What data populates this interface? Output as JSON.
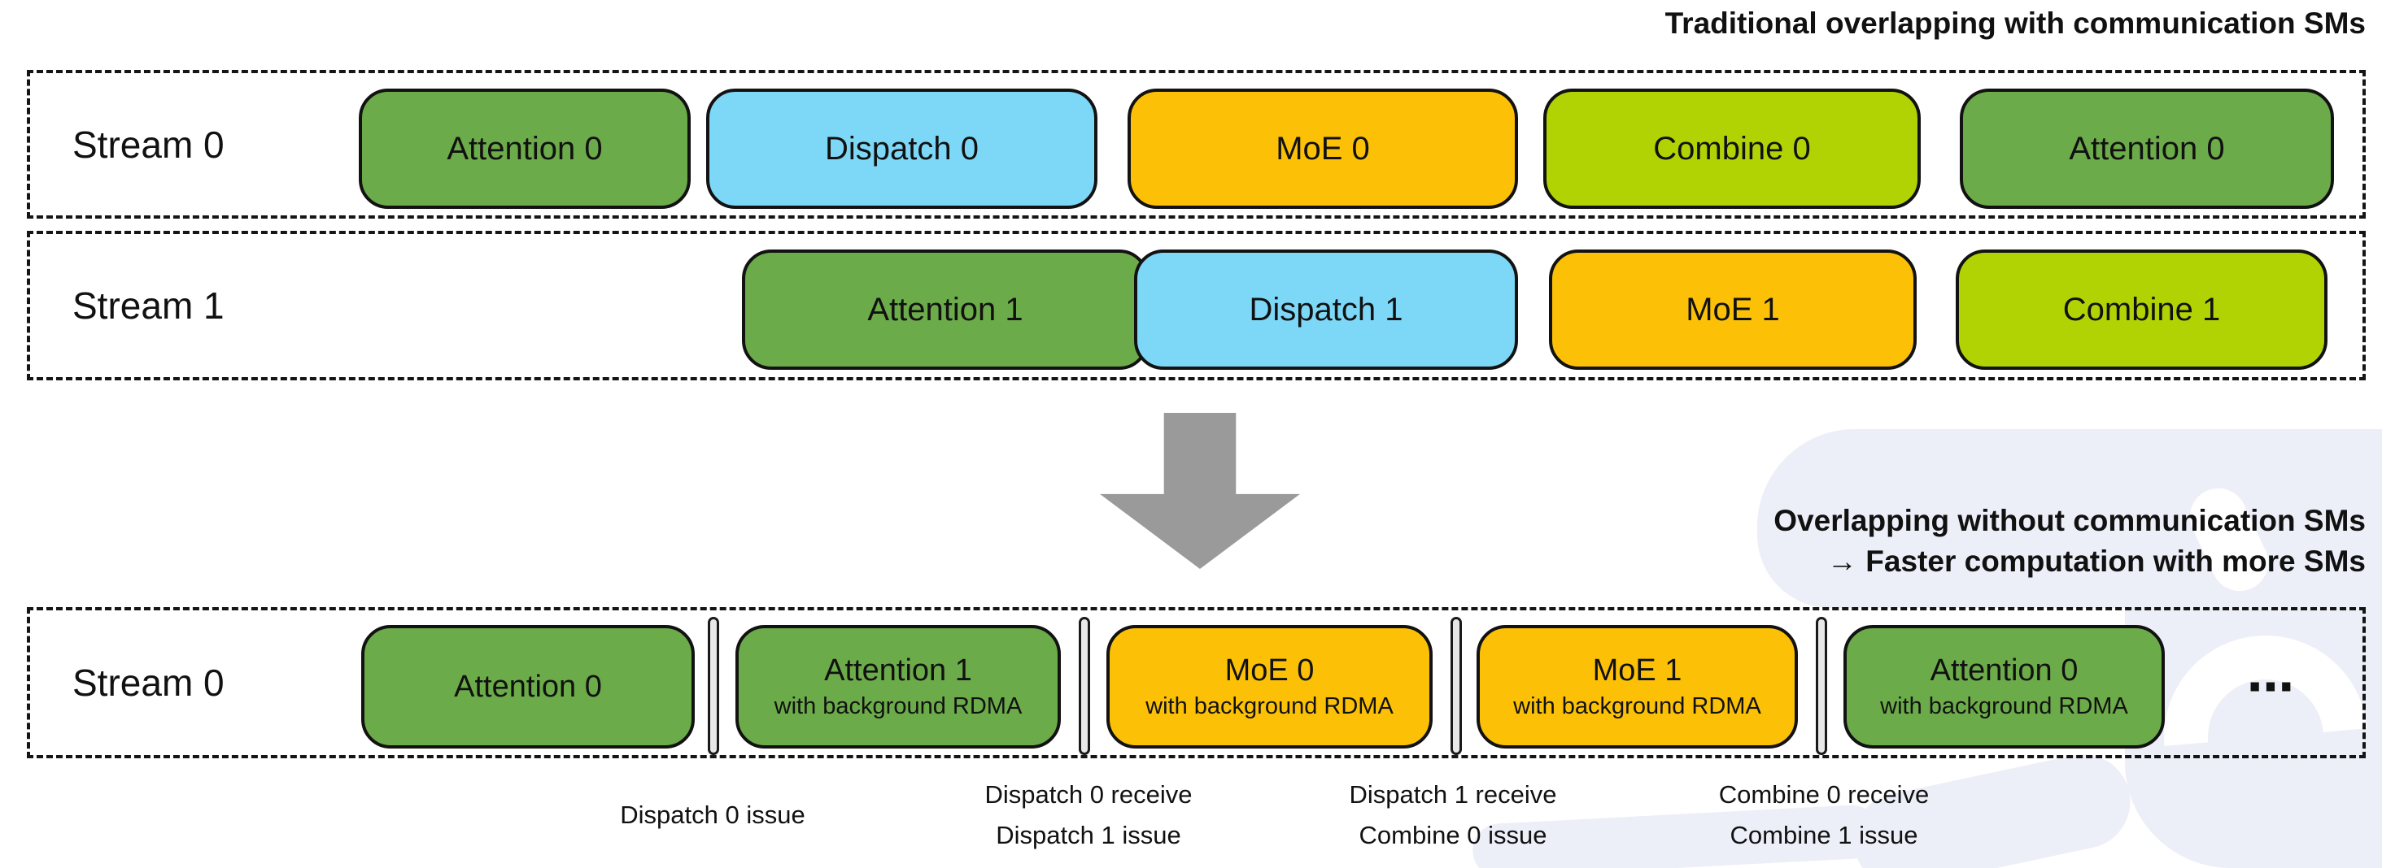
{
  "titles": {
    "traditional": "Traditional overlapping with communication SMs",
    "optimized_line1": "Overlapping without communication SMs",
    "optimized_line2": "→ Faster computation with more SMs"
  },
  "colors": {
    "attention_green": "#6cab49",
    "dispatch_blue": "#7dd8f7",
    "moe_orange": "#fcc107",
    "combine_yellow_green": "#b1d303",
    "sync_divider_gray": "#e8e8e8",
    "arrow_gray": "#9a9a9a",
    "watermark_lavender": "#edeff8"
  },
  "traditional": {
    "streams": [
      {
        "label": "Stream 0",
        "blocks": [
          {
            "label": "Attention 0",
            "type": "attention"
          },
          {
            "label": "Dispatch 0",
            "type": "dispatch"
          },
          {
            "label": "MoE 0",
            "type": "moe"
          },
          {
            "label": "Combine 0",
            "type": "combine"
          },
          {
            "label": "Attention 0",
            "type": "attention"
          }
        ]
      },
      {
        "label": "Stream 1",
        "blocks": [
          {
            "label": "Attention 1",
            "type": "attention"
          },
          {
            "label": "Dispatch 1",
            "type": "dispatch"
          },
          {
            "label": "MoE 1",
            "type": "moe"
          },
          {
            "label": "Combine 1",
            "type": "combine"
          }
        ]
      }
    ]
  },
  "optimized": {
    "stream_label": "Stream 0",
    "blocks": [
      {
        "label": "Attention 0",
        "sublabel": "",
        "type": "attention"
      },
      {
        "label": "Attention 1",
        "sublabel": "with background RDMA",
        "type": "attention"
      },
      {
        "label": "MoE 0",
        "sublabel": "with background RDMA",
        "type": "moe"
      },
      {
        "label": "MoE 1",
        "sublabel": "with background RDMA",
        "type": "moe"
      },
      {
        "label": "Attention 0",
        "sublabel": "with background RDMA",
        "type": "attention"
      }
    ],
    "ellipsis": "⋯",
    "sync_labels": [
      {
        "line1": "Dispatch 0 issue",
        "line2": ""
      },
      {
        "line1": "Dispatch 0 receive",
        "line2": "Dispatch 1 issue"
      },
      {
        "line1": "Dispatch 1 receive",
        "line2": "Combine 0 issue"
      },
      {
        "line1": "Combine 0 receive",
        "line2": "Combine 1 issue"
      }
    ]
  }
}
